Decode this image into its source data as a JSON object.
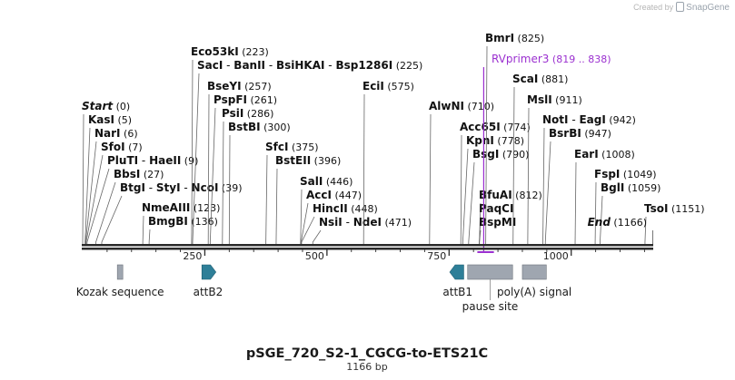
{
  "credit": {
    "prefix": "Created by",
    "brand": "SnapGene"
  },
  "map": {
    "name": "pSGE_720_S2-1_CGCG-to-ETS21C",
    "length_label": "1166 bp",
    "length": 1166,
    "ticks": [
      {
        "pos": 250,
        "label": "250"
      },
      {
        "pos": 500,
        "label": "500"
      },
      {
        "pos": 750,
        "label": "750"
      },
      {
        "pos": 1000,
        "label": "1000"
      }
    ],
    "colors": {
      "backbone": "#2b2b2b",
      "enzyme": "#111111",
      "primer": "#9b30d0",
      "feature_gray": "#9fa6b0",
      "feature_teal": "#2e7f98",
      "line": "#888888"
    }
  },
  "enzymes": [
    {
      "parts": [
        "Start"
      ],
      "pos": "(0)",
      "italic": true,
      "site": 0
    },
    {
      "parts": [
        "KasI"
      ],
      "pos": "(5)",
      "site": 5
    },
    {
      "parts": [
        "NarI"
      ],
      "pos": "(6)",
      "site": 6
    },
    {
      "parts": [
        "SfoI"
      ],
      "pos": "(7)",
      "site": 7
    },
    {
      "parts": [
        "PluTI",
        "HaeII"
      ],
      "pos": "(9)",
      "site": 9
    },
    {
      "parts": [
        "BbsI"
      ],
      "pos": "(27)",
      "site": 27
    },
    {
      "parts": [
        "BtgI",
        "StyI",
        "NcoI"
      ],
      "pos": "(39)",
      "site": 39
    },
    {
      "parts": [
        "NmeAIII"
      ],
      "pos": "(123)",
      "site": 123
    },
    {
      "parts": [
        "BmgBI"
      ],
      "pos": "(136)",
      "site": 136
    },
    {
      "parts": [
        "Eco53kI"
      ],
      "pos": "(223)",
      "site": 223
    },
    {
      "parts": [
        "SacI",
        "BanII",
        "BsiHKAI",
        "Bsp1286I"
      ],
      "pos": "(225)",
      "site": 225
    },
    {
      "parts": [
        "BseYI"
      ],
      "pos": "(257)",
      "site": 257
    },
    {
      "parts": [
        "PspFI"
      ],
      "pos": "(261)",
      "site": 261
    },
    {
      "parts": [
        "PsiI"
      ],
      "pos": "(286)",
      "site": 286
    },
    {
      "parts": [
        "BstBI"
      ],
      "pos": "(300)",
      "site": 300
    },
    {
      "parts": [
        "SfcI"
      ],
      "pos": "(375)",
      "site": 375
    },
    {
      "parts": [
        "BstEII"
      ],
      "pos": "(396)",
      "site": 396
    },
    {
      "parts": [
        "SalI"
      ],
      "pos": "(446)",
      "site": 446
    },
    {
      "parts": [
        "AccI"
      ],
      "pos": "(447)",
      "site": 447
    },
    {
      "parts": [
        "HincII"
      ],
      "pos": "(448)",
      "site": 448
    },
    {
      "parts": [
        "NsiI",
        "NdeI"
      ],
      "pos": "(471)",
      "site": 471
    },
    {
      "parts": [
        "EciI"
      ],
      "pos": "(575)",
      "site": 575
    },
    {
      "parts": [
        "AlwNI"
      ],
      "pos": "(710)",
      "site": 710
    },
    {
      "parts": [
        "Acc65I"
      ],
      "pos": "(774)",
      "site": 774
    },
    {
      "parts": [
        "KpnI"
      ],
      "pos": "(778)",
      "site": 778
    },
    {
      "parts": [
        "BsgI"
      ],
      "pos": "(790)",
      "site": 790
    },
    {
      "parts": [
        "BfuAI"
      ],
      "pos": "(812)",
      "site": 812
    },
    {
      "parts": [
        "PaqCI"
      ],
      "pos": "",
      "site": 812
    },
    {
      "parts": [
        "BspMI"
      ],
      "pos": "",
      "site": 812
    },
    {
      "parts": [
        "BmrI"
      ],
      "pos": "(825)",
      "site": 825
    },
    {
      "parts": [
        "ScaI"
      ],
      "pos": "(881)",
      "site": 881
    },
    {
      "parts": [
        "MslI"
      ],
      "pos": "(911)",
      "site": 911
    },
    {
      "parts": [
        "NotI",
        "EagI"
      ],
      "pos": "(942)",
      "site": 942
    },
    {
      "parts": [
        "BsrBI"
      ],
      "pos": "(947)",
      "site": 947
    },
    {
      "parts": [
        "EarI"
      ],
      "pos": "(1008)",
      "site": 1008
    },
    {
      "parts": [
        "FspI"
      ],
      "pos": "(1049)",
      "site": 1049
    },
    {
      "parts": [
        "BglI"
      ],
      "pos": "(1059)",
      "site": 1059
    },
    {
      "parts": [
        "TsoI"
      ],
      "pos": "(1151)",
      "site": 1151
    },
    {
      "parts": [
        "End"
      ],
      "pos": "(1166)",
      "italic": true,
      "site": 1166
    }
  ],
  "primer": {
    "name": "RVprimer3",
    "range": "(819 .. 838)",
    "start": 819,
    "end": 838
  },
  "features": [
    {
      "name": "Kozak sequence",
      "start": 71,
      "end": 82,
      "shape": "box",
      "color": "gray"
    },
    {
      "name": "attB2",
      "start": 244,
      "end": 269,
      "shape": "arrow-right",
      "color": "teal"
    },
    {
      "name": "attB1",
      "start": 755,
      "end": 780,
      "shape": "arrow-left",
      "color": "teal"
    },
    {
      "name": "pause site",
      "start": 788,
      "end": 880,
      "shape": "box",
      "color": "gray"
    },
    {
      "name": "poly(A) signal",
      "start": 900,
      "end": 949,
      "shape": "box",
      "color": "gray"
    }
  ]
}
